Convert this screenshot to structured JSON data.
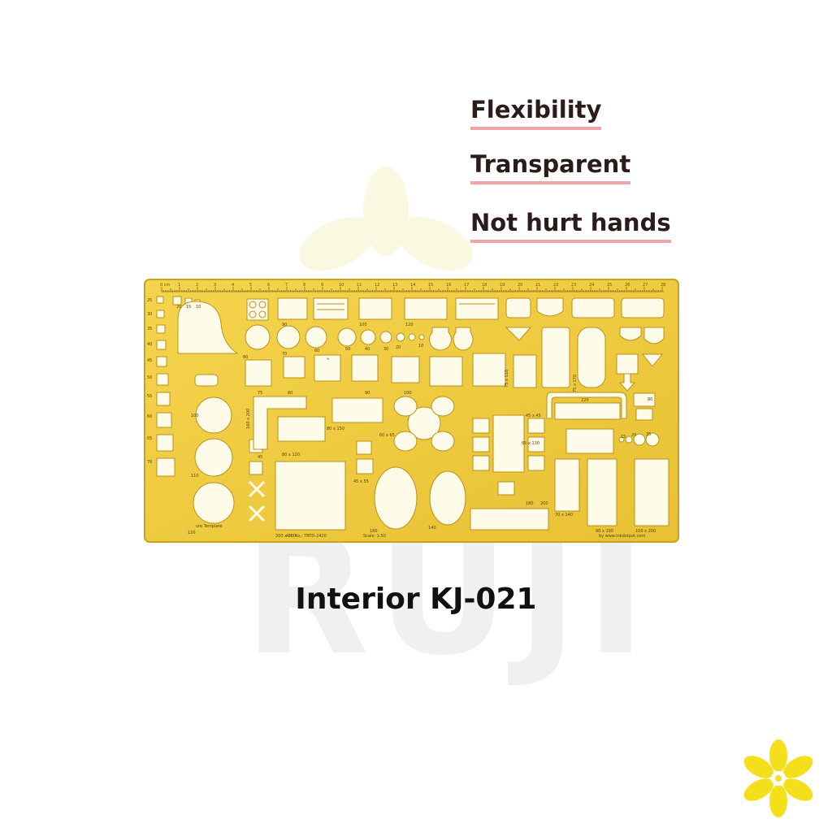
{
  "features": [
    "Flexibility",
    "Transparent",
    "Not hurt hands"
  ],
  "product": {
    "title": "Interior KJ-021"
  },
  "watermark": {
    "text": "RUJI"
  },
  "template_labels": {
    "scale_top": [
      "0 cm",
      "1",
      "2",
      "3",
      "4",
      "5",
      "6",
      "7",
      "8",
      "9",
      "10",
      "11",
      "12",
      "13",
      "14",
      "15",
      "16",
      "17",
      "18",
      "19",
      "20",
      "21",
      "22",
      "23",
      "24",
      "25",
      "26",
      "27",
      "28"
    ],
    "left_sizes": [
      "25",
      "30",
      "35",
      "40",
      "45",
      "50",
      "55",
      "60",
      "65",
      "70"
    ],
    "small_sizes": [
      "20",
      "15",
      "10"
    ],
    "circle_sizes": [
      "100",
      "110",
      "120"
    ],
    "dim_90": "90",
    "dim_100": "100",
    "dim_120": "120",
    "dim_70": "70",
    "dim_60": "60",
    "dim_50": "50",
    "dim_40": "40",
    "dim_30": "30",
    "dim_20": "20",
    "dim_10": "10",
    "dim_80": "80",
    "dim_75": "75",
    "dim_160x200": "160 x 200",
    "dim_80x150": "80 x 150",
    "dim_80x120": "80 x 120",
    "dim_45": "45",
    "dim_60x65": "60 x 65",
    "dim_45x55": "45 x 55",
    "dim_200x200": "200 x 200",
    "dim_180": "180",
    "dim_140": "140",
    "dim_75x110": "75 x 110",
    "dim_75x170": "75 x 170",
    "dim_220": "220",
    "dim_45x45": "45 x 45",
    "dim_65x130": "65 x 130",
    "dim_15": "15",
    "dim_25": "25",
    "dim_35": "35",
    "dim_180b": "180",
    "dim_200": "200",
    "dim_70x140": "70 x 140",
    "dim_90x190": "90 x 190",
    "dim_100x200": "100 x 200",
    "footer_name": "ure Template",
    "footer_art": "Art. No.: TRTD-2420",
    "footer_scale": "Scale: 1:50",
    "footer_site": "by www.inkdotpot.com"
  },
  "colors": {
    "template_fill": "#f2cf45",
    "template_edge": "#c9a21e",
    "cutout": "#fffbe9",
    "feature_underline": "#f0a6a6",
    "logo_petal": "#f3e01b"
  }
}
